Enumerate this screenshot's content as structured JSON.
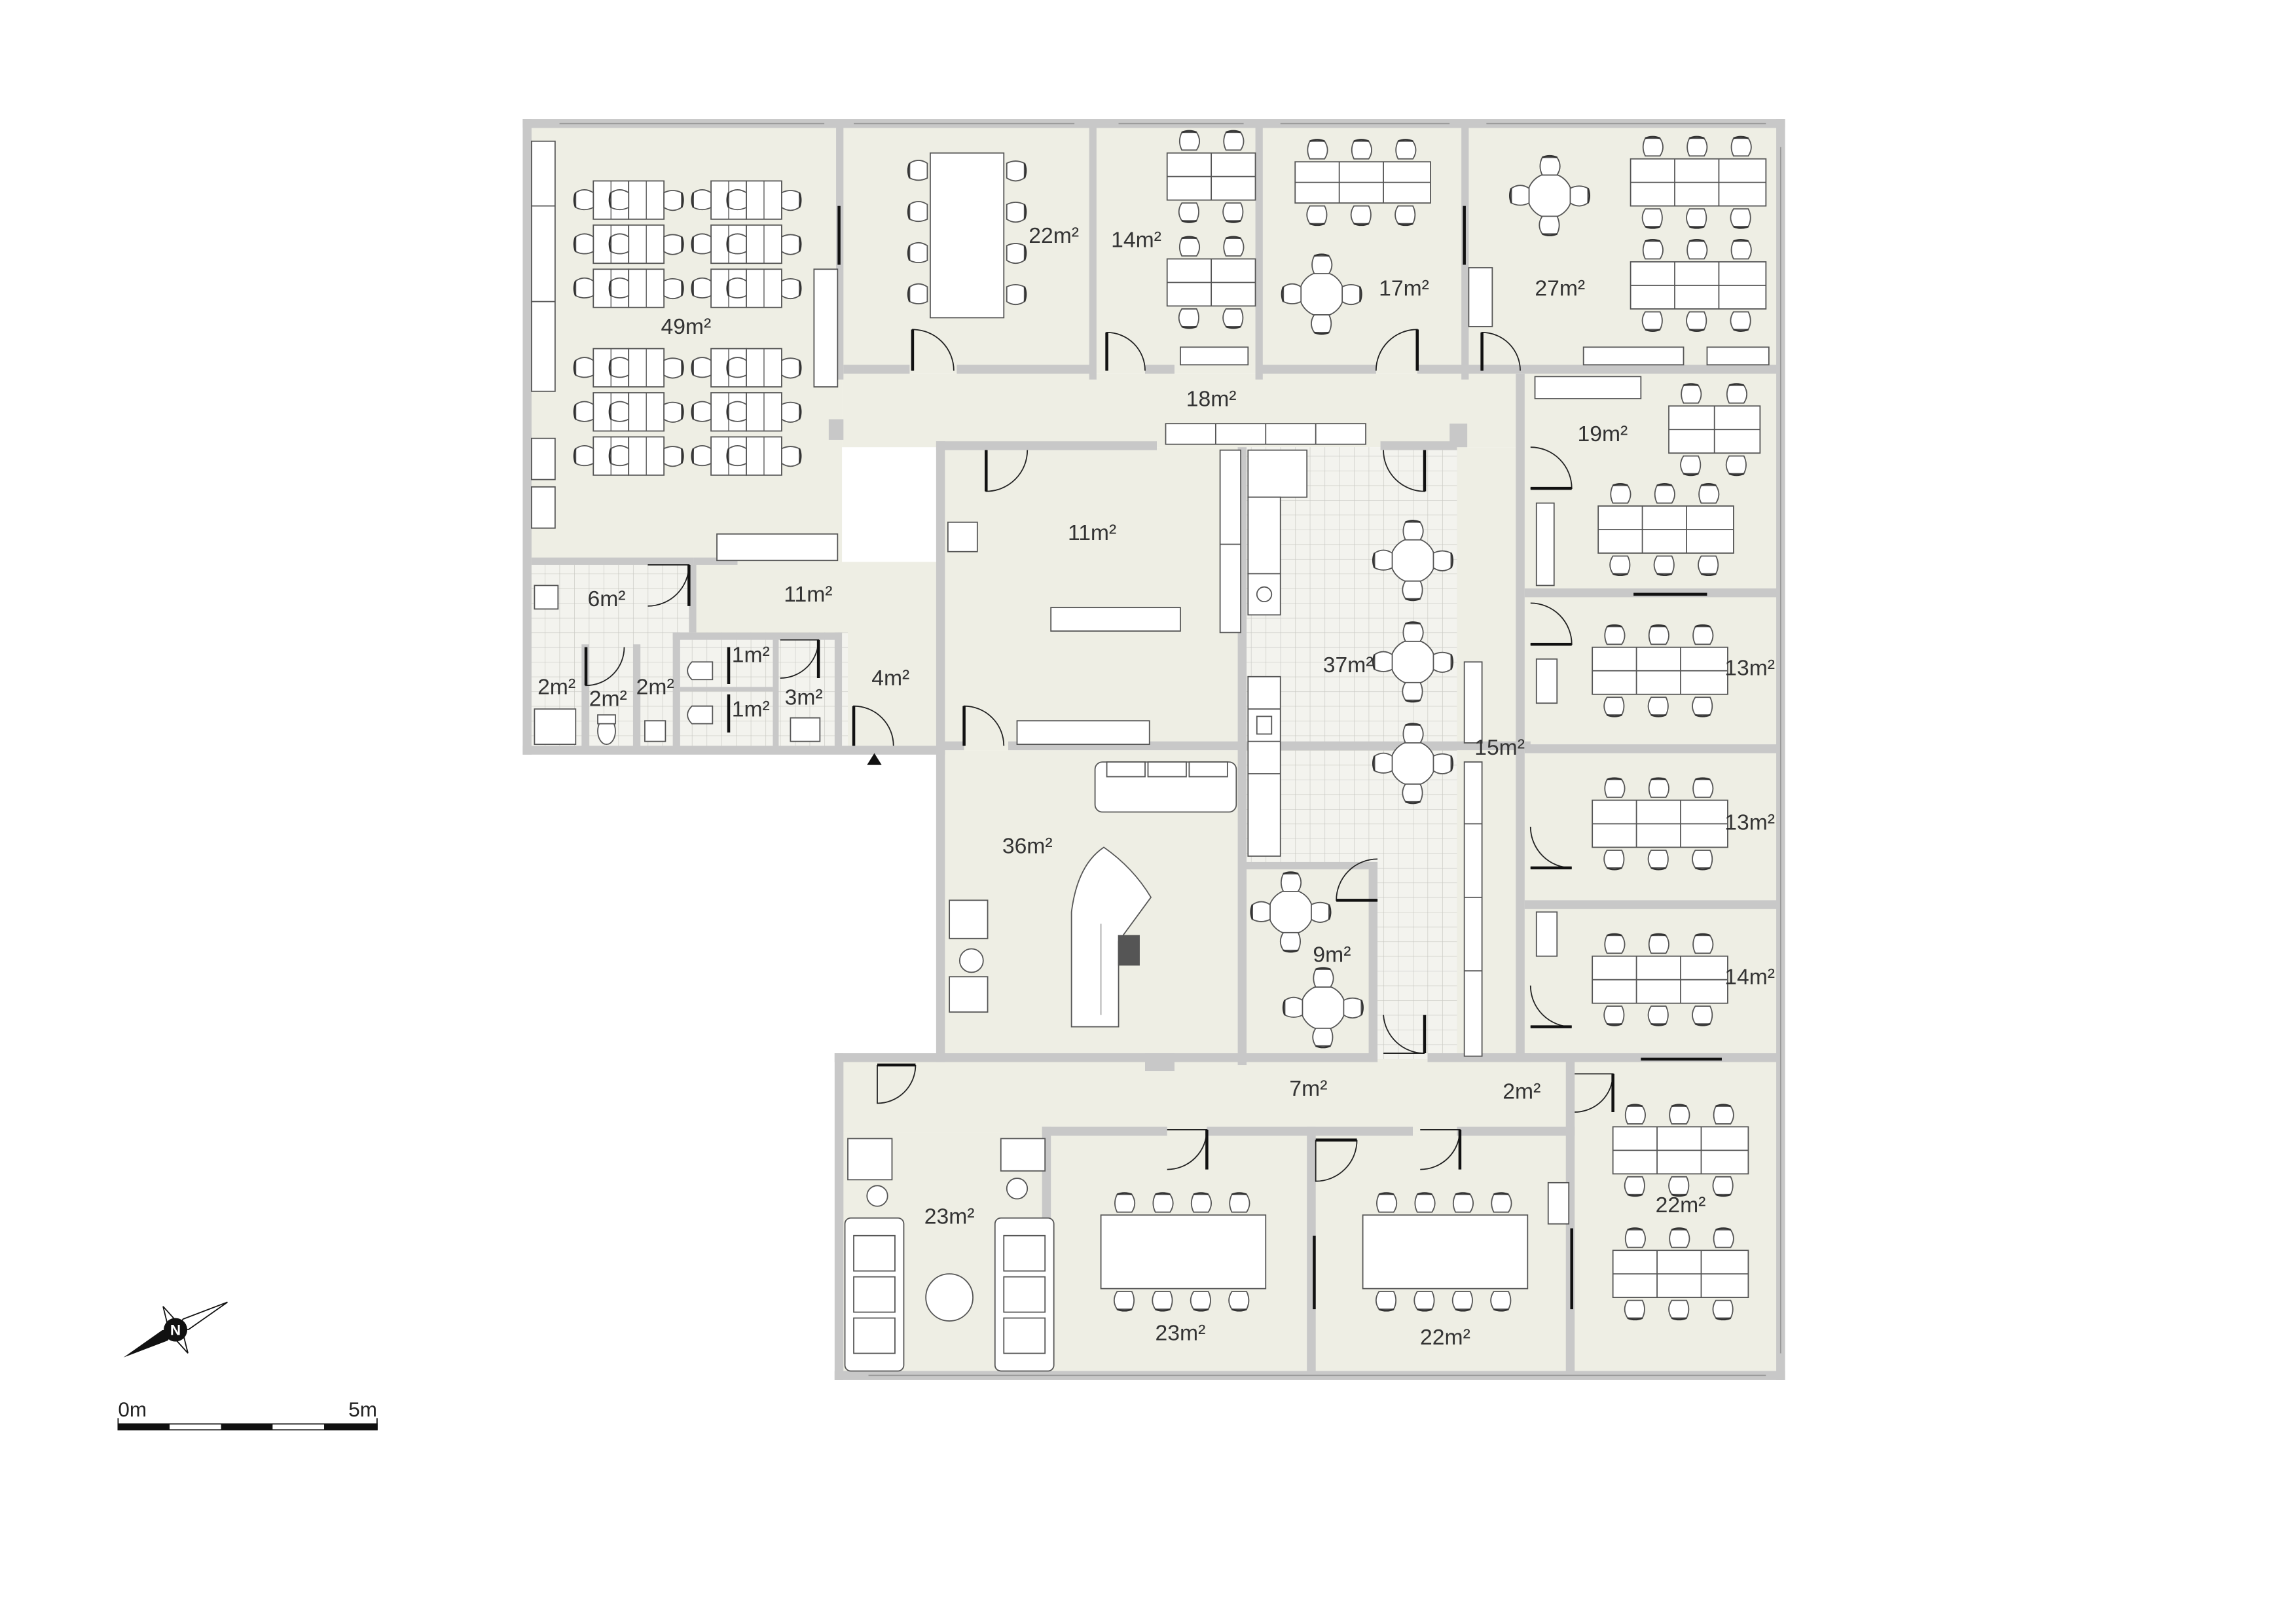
{
  "colors": {
    "wall": "#c8c8c8",
    "floor": "#eeeee4",
    "tile_line": "#c9c9c3",
    "furniture_fill": "#ffffff",
    "furniture_stroke": "#555555",
    "chair_fill": "#ffffff"
  },
  "rooms": [
    {
      "id": "open-office-nw",
      "area": "49m²"
    },
    {
      "id": "meeting-22-north",
      "area": "22m²"
    },
    {
      "id": "office-14",
      "area": "14m²"
    },
    {
      "id": "office-17",
      "area": "17m²"
    },
    {
      "id": "office-27",
      "area": "27m²"
    },
    {
      "id": "corridor-18",
      "area": "18m²"
    },
    {
      "id": "office-19",
      "area": "19m²"
    },
    {
      "id": "restroom-6",
      "area": "6m²"
    },
    {
      "id": "hall-11-west",
      "area": "11m²"
    },
    {
      "id": "storage-11",
      "area": "11m²"
    },
    {
      "id": "kitchen-37",
      "area": "37m²"
    },
    {
      "id": "wc-2a",
      "area": "2m²"
    },
    {
      "id": "wc-2b",
      "area": "2m²"
    },
    {
      "id": "wc-2c",
      "area": "2m²"
    },
    {
      "id": "wc-1a",
      "area": "1m²"
    },
    {
      "id": "wc-1b",
      "area": "1m²"
    },
    {
      "id": "wc-3",
      "area": "3m²"
    },
    {
      "id": "entry-4",
      "area": "4m²"
    },
    {
      "id": "corridor-15",
      "area": "15m²"
    },
    {
      "id": "office-13a",
      "area": "13m²"
    },
    {
      "id": "office-13b",
      "area": "13m²"
    },
    {
      "id": "reception-36",
      "area": "36m²"
    },
    {
      "id": "break-9",
      "area": "9m²"
    },
    {
      "id": "office-14-east",
      "area": "14m²"
    },
    {
      "id": "corridor-7",
      "area": "7m²"
    },
    {
      "id": "niche-2",
      "area": "2m²"
    },
    {
      "id": "lounge-23",
      "area": "23m²"
    },
    {
      "id": "meeting-23",
      "area": "23m²"
    },
    {
      "id": "meeting-22-south",
      "area": "22m²"
    },
    {
      "id": "office-22-se",
      "area": "22m²"
    }
  ],
  "compass": {
    "icon": "compass-north-icon",
    "letter": "N"
  },
  "scale": {
    "start_label": "0m",
    "end_label": "5m"
  }
}
